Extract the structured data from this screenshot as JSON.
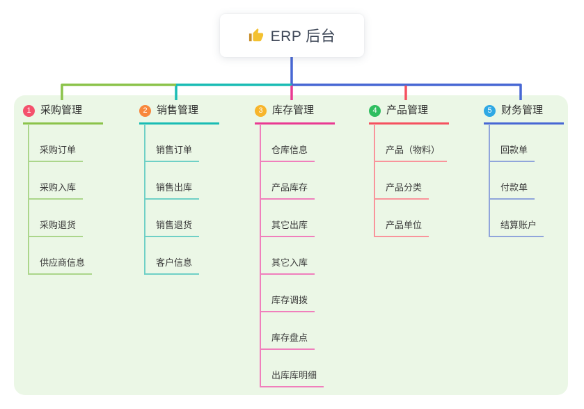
{
  "root_node": {
    "icon": "thumbs-up",
    "label": "ERP 后台"
  },
  "theme": {
    "canvas_bg": "#ffffff",
    "panel_bg": "#ebf7e6",
    "root_card_bg": "#ffffff",
    "root_text": "#3e4757",
    "topic_text": "#3a3a3a",
    "thumb_gold": "#f3c131",
    "thumb_sleeve": "#c98f2c"
  },
  "branches": [
    {
      "index": "1",
      "label": "采购管理",
      "badge_color": "#f4516c",
      "line_color": "#8bc34a",
      "child_line_color": "#abd68b",
      "children": [
        "采购订单",
        "采购入库",
        "采购退货",
        "供应商信息"
      ]
    },
    {
      "index": "2",
      "label": "销售管理",
      "badge_color": "#f8873c",
      "line_color": "#19bcb4",
      "child_line_color": "#6fd0c6",
      "children": [
        "销售订单",
        "销售出库",
        "销售退货",
        "客户信息"
      ]
    },
    {
      "index": "3",
      "label": "库存管理",
      "badge_color": "#f7b52c",
      "line_color": "#e93a92",
      "child_line_color": "#f07fbc",
      "children": [
        "仓库信息",
        "产品库存",
        "其它出库",
        "其它入库",
        "库存调拨",
        "库存盘点",
        "出库库明细"
      ]
    },
    {
      "index": "4",
      "label": "产品管理",
      "badge_color": "#2fbe60",
      "line_color": "#f5515f",
      "child_line_color": "#f9949b",
      "children": [
        "产品（物料）",
        "产品分类",
        "产品单位"
      ]
    },
    {
      "index": "5",
      "label": "财务管理",
      "badge_color": "#2fa8e4",
      "line_color": "#4767d4",
      "child_line_color": "#90a5db",
      "children": [
        "回款单",
        "付款单",
        "结算账户"
      ]
    }
  ]
}
